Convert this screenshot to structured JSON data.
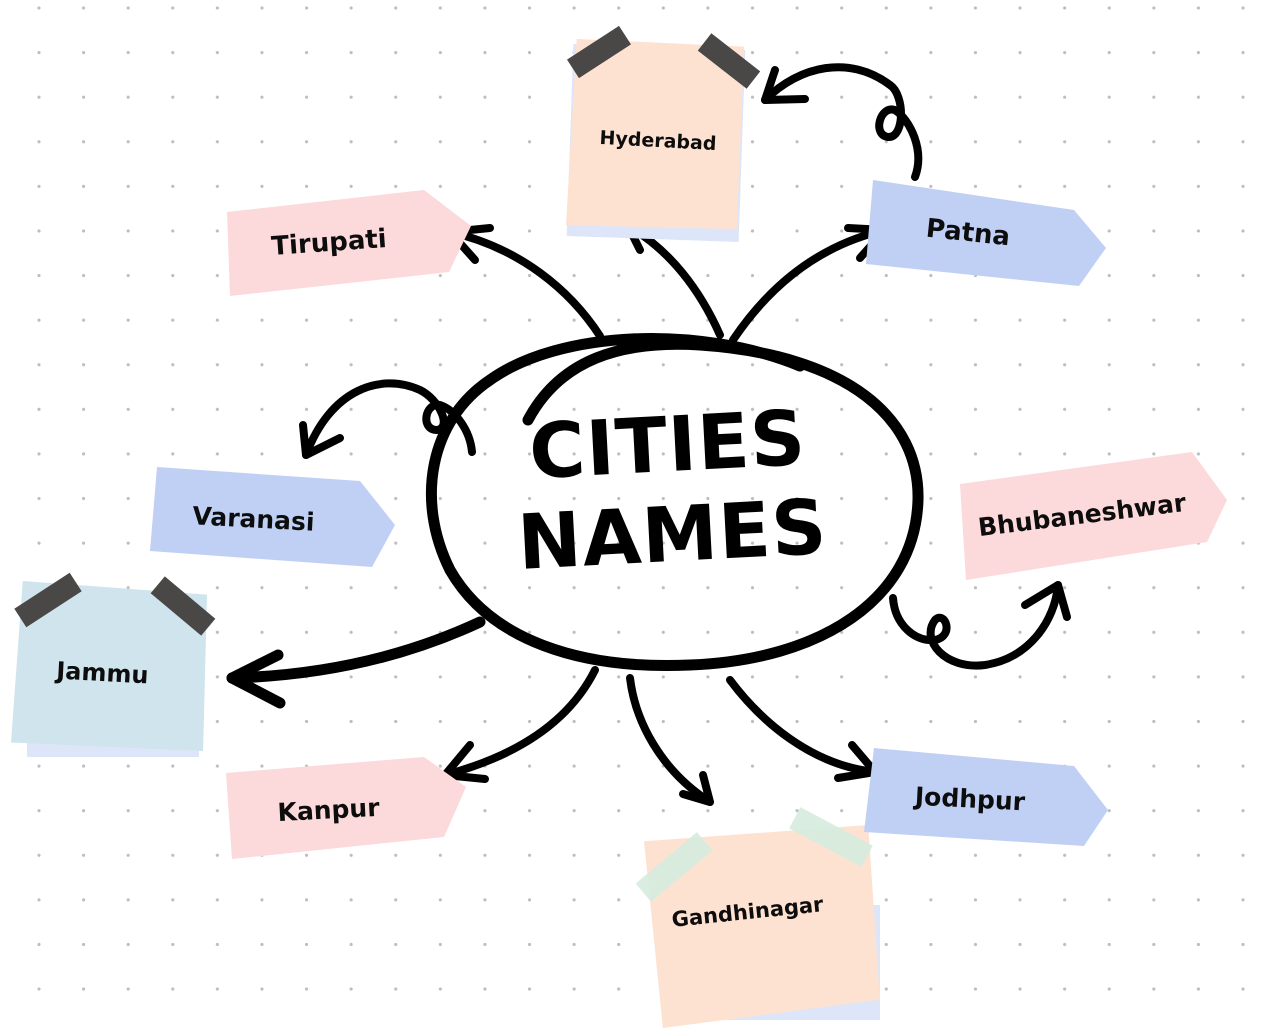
{
  "diagram": {
    "title_line1": "CITIES",
    "title_line2": "NAMES",
    "colors": {
      "pink_tag": "#fcd9da",
      "blue_tag": "#c0d0f5",
      "peach_note": "#fde2d2",
      "lightblue_note": "#cfe4ec",
      "dark_tape": "#4a4747",
      "green_tape": "#d5ecdd",
      "stroke": "#000000",
      "dot_grid": "#bdbdbd"
    },
    "nodes": {
      "hyderabad": {
        "label": "Hyderabad",
        "shape": "sticky-note",
        "color": "peach"
      },
      "patna": {
        "label": "Patna",
        "shape": "arrow-tag",
        "color": "blue"
      },
      "tirupati": {
        "label": "Tirupati",
        "shape": "arrow-tag",
        "color": "pink"
      },
      "varanasi": {
        "label": "Varanasi",
        "shape": "arrow-tag",
        "color": "blue"
      },
      "bhubaneshwar": {
        "label": "Bhubaneshwar",
        "shape": "arrow-tag",
        "color": "pink"
      },
      "jammu": {
        "label": "Jammu",
        "shape": "sticky-note",
        "color": "light-blue"
      },
      "kanpur": {
        "label": "Kanpur",
        "shape": "arrow-tag",
        "color": "pink"
      },
      "gandhinagar": {
        "label": "Gandhinagar",
        "shape": "sticky-note",
        "color": "peach"
      },
      "jodhpur": {
        "label": "Jodhpur",
        "shape": "arrow-tag",
        "color": "blue"
      }
    },
    "edges": [
      {
        "from": "CITIES NAMES",
        "to": "Tirupati"
      },
      {
        "from": "CITIES NAMES",
        "to": "Hyderabad"
      },
      {
        "from": "CITIES NAMES",
        "to": "Patna"
      },
      {
        "from": "Patna",
        "to": "Hyderabad"
      },
      {
        "from": "CITIES NAMES",
        "to": "Varanasi"
      },
      {
        "from": "CITIES NAMES",
        "to": "Bhubaneshwar"
      },
      {
        "from": "CITIES NAMES",
        "to": "Jammu"
      },
      {
        "from": "CITIES NAMES",
        "to": "Kanpur"
      },
      {
        "from": "CITIES NAMES",
        "to": "Gandhinagar"
      },
      {
        "from": "CITIES NAMES",
        "to": "Jodhpur"
      }
    ]
  }
}
